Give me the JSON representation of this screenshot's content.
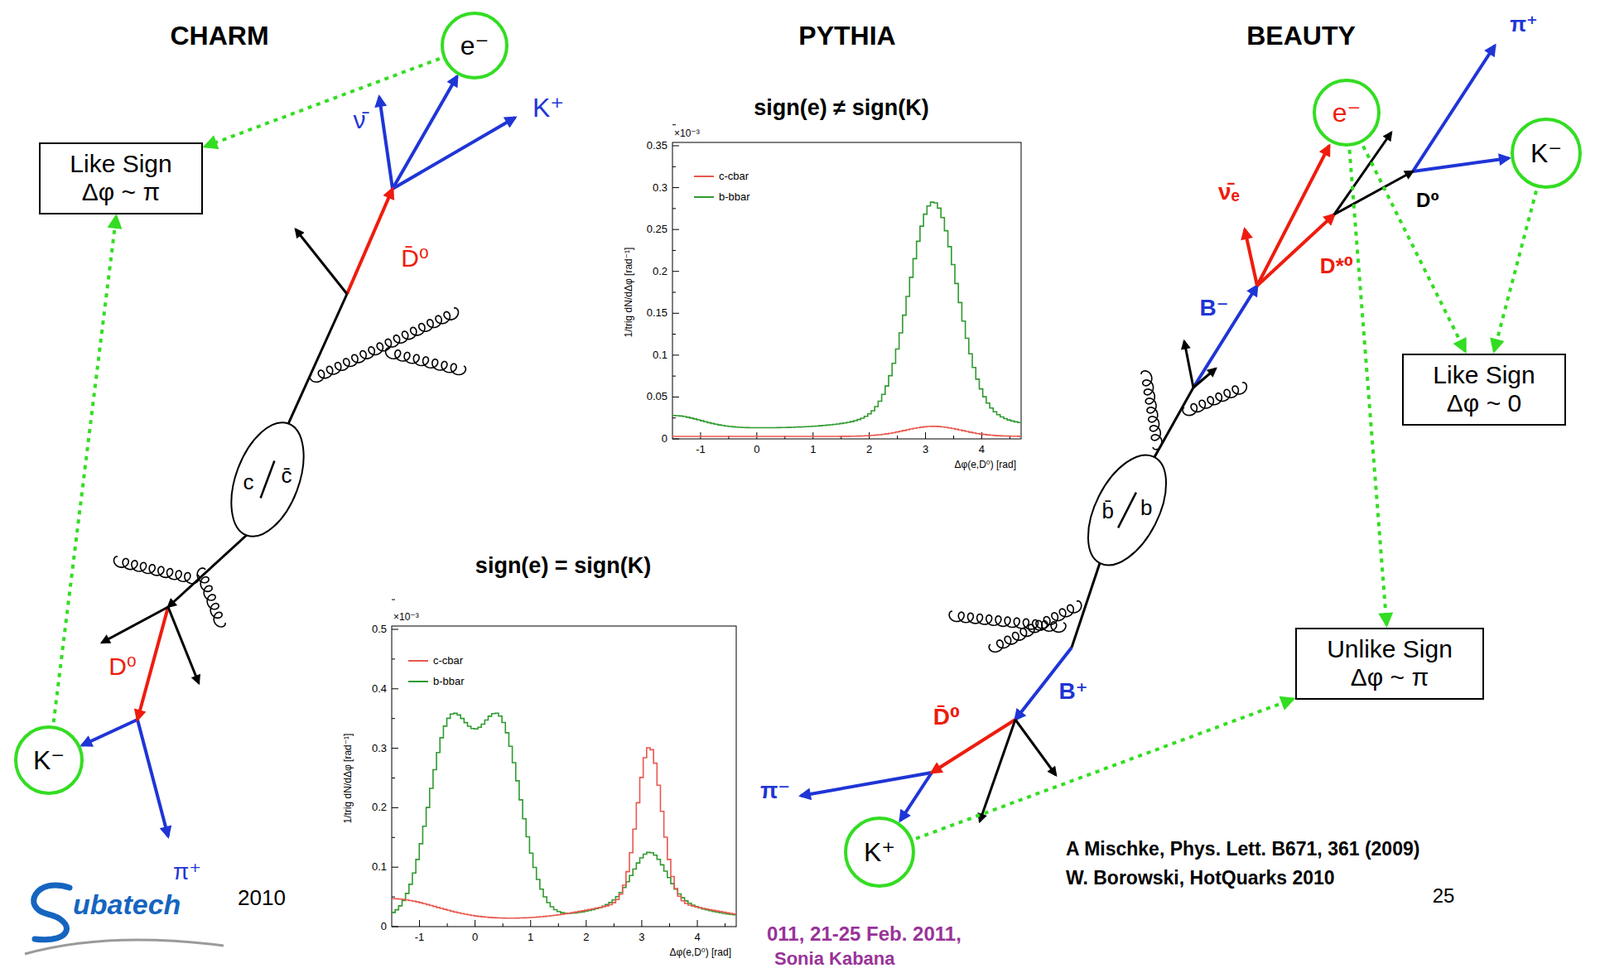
{
  "diagram": {
    "nodes": [
      {
        "text": [
          "Like Sign Δφ ~ π"
        ]
      },
      {
        "text": [
          "e⁻"
        ]
      },
      {
        "text": [
          "c̄",
          "c"
        ]
      },
      {
        "text": [
          "K⁻"
        ]
      },
      {
        "text": [
          "e⁻"
        ]
      },
      {
        "text": [
          "K⁻"
        ]
      },
      {
        "text": [
          "Like Sign Δφ ~ 0"
        ]
      },
      {
        "text": [
          "b",
          "b̄"
        ]
      },
      {
        "text": [
          "Unlike Sign Δφ ~ π"
        ]
      },
      {
        "text": [
          "K⁺"
        ]
      }
    ],
    "edges": [
      {
        "from": 1,
        "to": 0,
        "arrow": "to"
      },
      {
        "from": 3,
        "to": 0,
        "arrow": "to"
      },
      {
        "from": 4,
        "to": 6,
        "arrow": "to"
      },
      {
        "from": 5,
        "to": 6,
        "arrow": "to"
      },
      {
        "from": 4,
        "to": 8,
        "arrow": "to"
      },
      {
        "from": 9,
        "to": 8,
        "arrow": "to"
      }
    ],
    "labels": [
      "CHARM",
      "PYTHIA",
      "BEAUTY",
      "sign(e) ≠ sign(K)",
      "sign(e) = sign(K)",
      "ν̄",
      "K⁺",
      "D̄⁰",
      "D⁰",
      "π⁺",
      "π⁺",
      "ν̄ₑ",
      "D⁰",
      "D*⁰",
      "B⁻",
      "B⁺",
      "D̄⁰",
      "π⁻",
      "×10⁻³",
      "1/trig dN/dΔφ [rad⁻¹]",
      "Δφ(e,D⁰) [rad]",
      "0",
      "0.05",
      "0.1",
      "0.15",
      "0.2",
      "0.25",
      "0.3",
      "0.35",
      "-1",
      "0",
      "1",
      "2",
      "3",
      "4",
      "×10⁻³",
      "1/trig dN/dΔφ [rad⁻¹]",
      "Δφ(e,D⁰) [rad]",
      "0",
      "0.1",
      "0.2",
      "0.3",
      "0.4",
      "0.5",
      "-1",
      "0",
      "1",
      "2",
      "3",
      "4",
      "A Mischke, Phys. Lett. B671, 361 (2009)",
      "W. Borowski, HotQuarks 2010",
      "25",
      "2010",
      "ubatech",
      "011, 21-25 Feb. 2011,",
      "Sonia Kabana"
    ],
    "legend": [
      {
        "text": "c-cbar",
        "color": "#e8584f"
      },
      {
        "text": "b-bbar",
        "color": "#2f9a2f"
      },
      {
        "text": "c-cbar",
        "color": "#e8584f"
      },
      {
        "text": "b-bbar",
        "color": "#2f9a2f"
      }
    ]
  }
}
